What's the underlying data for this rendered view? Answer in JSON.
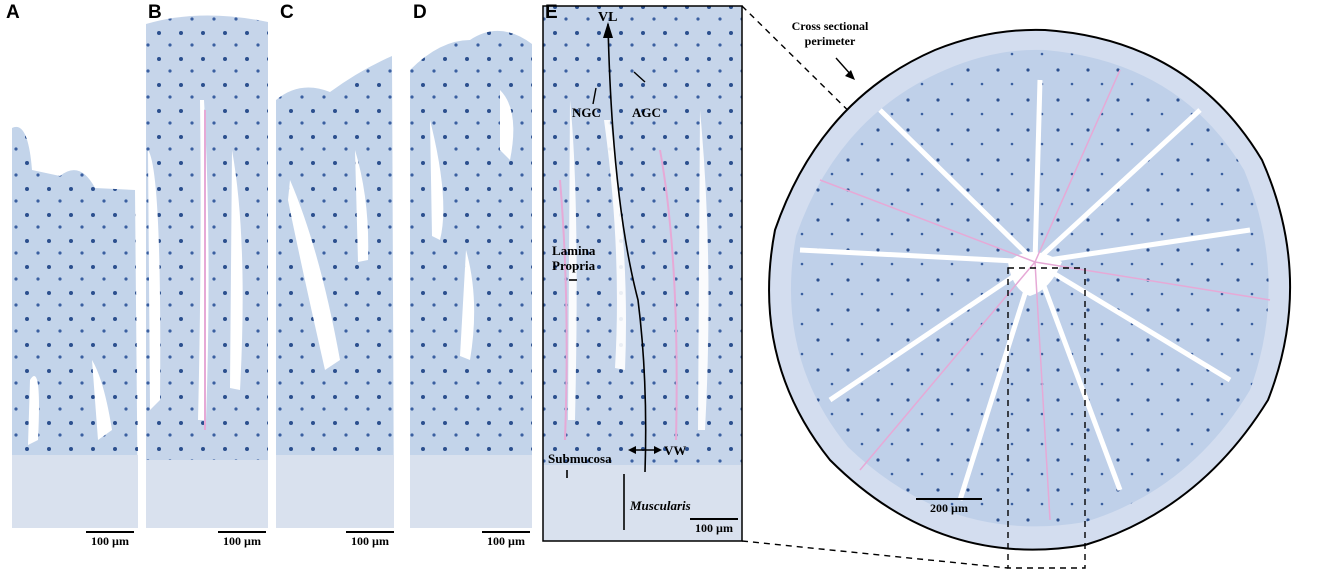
{
  "panels": {
    "A": {
      "letter": "A",
      "scale": "100 µm"
    },
    "B": {
      "letter": "B",
      "scale": "100 µm"
    },
    "C": {
      "letter": "C",
      "scale": "100 µm"
    },
    "D": {
      "letter": "D",
      "scale": "100 µm"
    },
    "E": {
      "letter": "E",
      "scale": "100 µm"
    }
  },
  "annotations": {
    "vl": "VL",
    "ngc": "NGC",
    "agc": "AGC",
    "lamina_line1": "Lamina",
    "lamina_line2": "Propria",
    "submucosa": "Submucosa",
    "vw": "VW",
    "muscularis": "Muscularis"
  },
  "cross_section": {
    "label_line1": "Cross sectional",
    "label_line2": "perimeter",
    "scale": "200 µm"
  },
  "colors": {
    "tissue_blue": "#b9cde6",
    "tissue_pale": "#d6dff0",
    "goblet": "#2b4f8e",
    "pink": "#e6a9d6",
    "lumen": "#ffffff"
  }
}
